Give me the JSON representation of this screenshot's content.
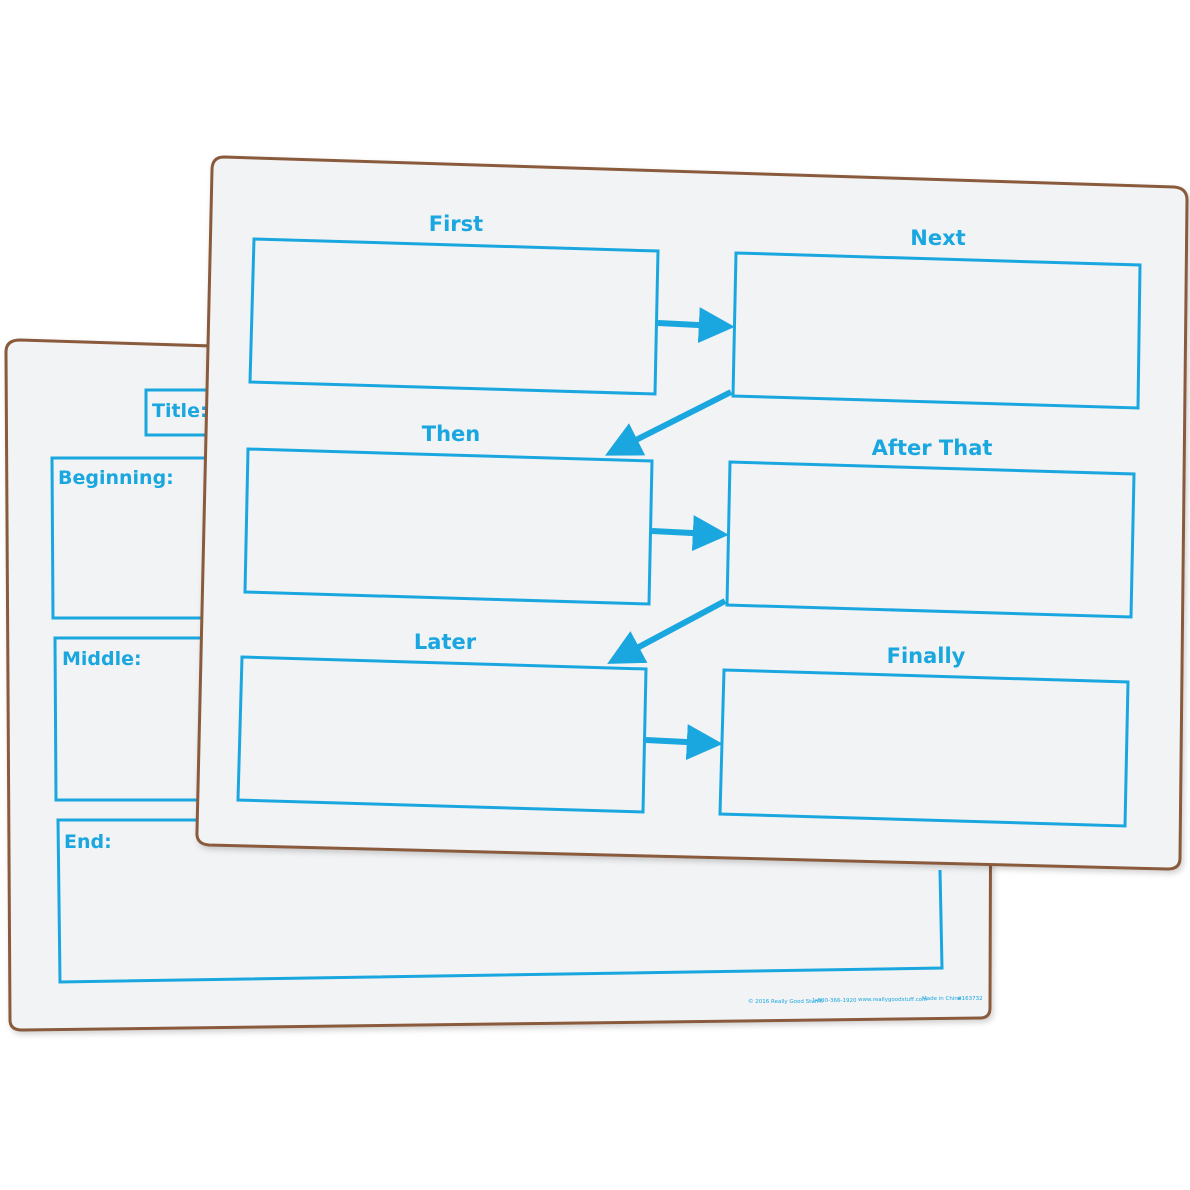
{
  "colors": {
    "ink_blue": "#1aa7e0",
    "board_face": "#f2f3f5",
    "board_edge": "#8a5a3c",
    "background": "#ffffff"
  },
  "back_board": {
    "title_label": "Title:",
    "beginning_label": "Beginning:",
    "middle_label": "Middle:",
    "end_label": "End:",
    "footer": {
      "copyright": "© 2016 Really Good Stuff®",
      "phone": "1-800-366-1920",
      "website": "www.reallygoodstuff.com",
      "origin": "Made in China",
      "item_number": "#163732"
    }
  },
  "front_board": {
    "steps": {
      "first": "First",
      "next": "Next",
      "then": "Then",
      "after_that": "After That",
      "later": "Later",
      "finally": "Finally"
    }
  }
}
